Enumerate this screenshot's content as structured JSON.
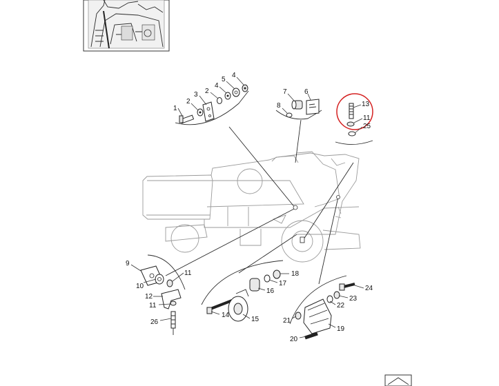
{
  "labels": {
    "l1": "1",
    "l2a": "2",
    "l3": "3",
    "l2b": "2",
    "l4a": "4",
    "l5": "5",
    "l4b": "4",
    "l7": "7",
    "l6": "6",
    "l8": "8",
    "l13": "13",
    "l11a": "11",
    "l25": "25",
    "l9": "9",
    "l10": "10",
    "l11b": "11",
    "l12": "12",
    "l11c": "11",
    "l26": "26",
    "l18": "18",
    "l17": "17",
    "l16": "16",
    "l14": "14",
    "l15": "15",
    "l24": "24",
    "l22": "22",
    "l23": "23",
    "l21": "21",
    "l19": "19",
    "l20": "20"
  },
  "highlight_color": "#d42020",
  "line_color": "#2a2a2a",
  "machine_color": "#9a9a9a"
}
